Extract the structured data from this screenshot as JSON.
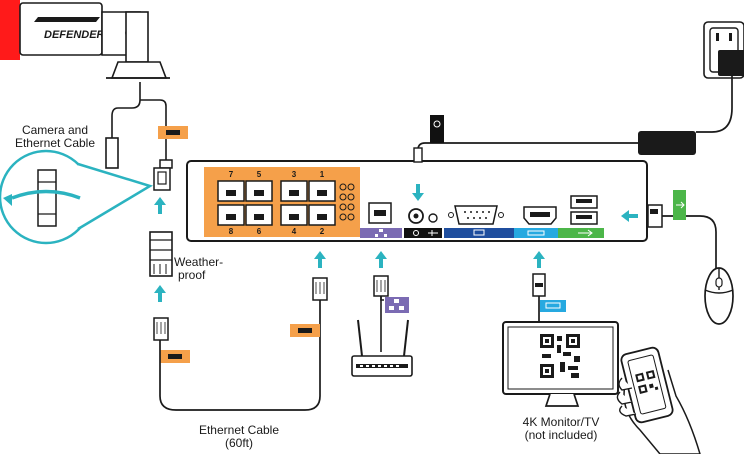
{
  "camera": {
    "brand": "DEFENDER"
  },
  "labels": {
    "camera_cable_line1": "Camera and",
    "camera_cable_line2": "Ethernet Cable",
    "weatherproof_line1": "Weather-",
    "weatherproof_line2": "proof",
    "ethernet_line1": "Ethernet Cable",
    "ethernet_line2": "(60ft)",
    "monitor_line1": "4K Monitor/TV",
    "monitor_line2": "(not included)"
  },
  "nvr": {
    "port_numbers_top": [
      "7",
      "5",
      "3",
      "1"
    ],
    "port_numbers_bottom": [
      "8",
      "6",
      "4",
      "2"
    ]
  },
  "colors": {
    "poe_orange": "#f5a04a",
    "lan_purple": "#7b6bb3",
    "power_black": "#111111",
    "vga_blue": "#1f4e9e",
    "hdmi_cyan": "#26a9e0",
    "usb_green": "#4cb649",
    "arrow_teal": "#2bb3c0",
    "outline": "#1a1a1a"
  },
  "icons": [
    "network-icon",
    "power-icon",
    "usb-icon",
    "hdmi-icon",
    "vga-icon",
    "qr-code-icon"
  ]
}
